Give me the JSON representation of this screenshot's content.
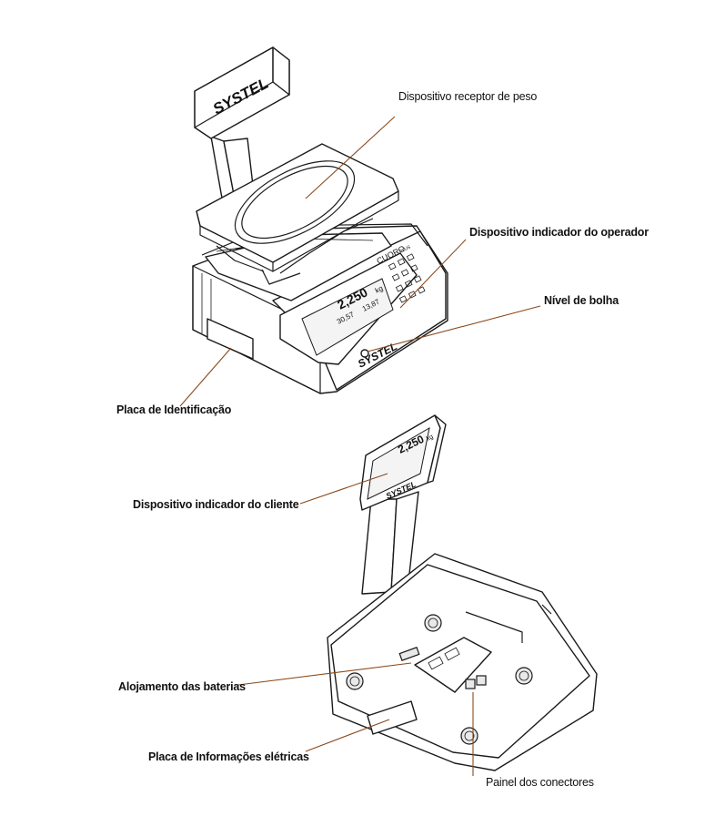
{
  "labels": {
    "weight_receiver": "Dispositivo receptor de peso",
    "operator_display": "Dispositivo indicador do operador",
    "bubble_level": "Nível de bolha",
    "id_plate": "Placa de Identificação",
    "customer_display": "Dispositivo indicador do cliente",
    "battery_housing": "Alojamento das baterias",
    "electrical_plate": "Placa de Informações elétricas",
    "connector_panel": "Painel dos conectores"
  },
  "brand": {
    "name": "SYSTEL",
    "model": "CUORO",
    "model_suffix": "PLUS"
  },
  "display": {
    "weight": "2,250",
    "unit": "kg",
    "price": "30,57",
    "total": "13,87"
  }
}
